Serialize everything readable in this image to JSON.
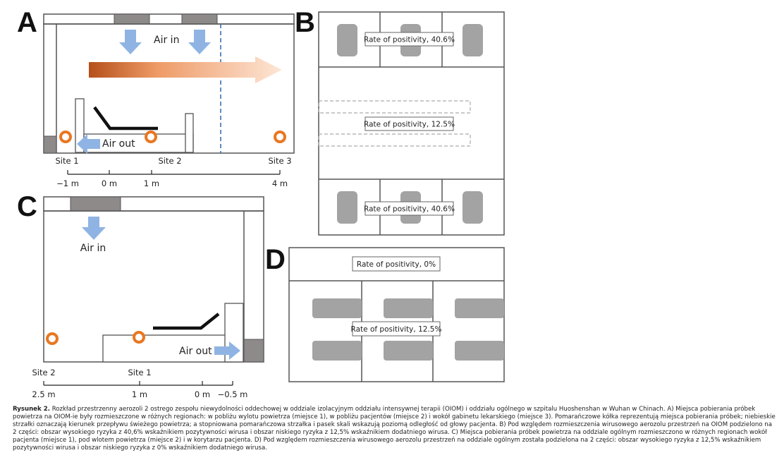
{
  "panels": {
    "A": {
      "letter": "A",
      "air_in": "Air in",
      "air_out": "Air out",
      "sites": [
        "Site 1",
        "Site 2",
        "Site 3"
      ],
      "scale_ticks": [
        "−1 m",
        "0 m",
        "1 m",
        "4 m"
      ]
    },
    "B": {
      "letter": "B",
      "positivity_top": "Rate of positivity, 40.6%",
      "positivity_middle": "Rate of positivity, 12.5%",
      "positivity_bottom": "Rate of positivity, 40.6%"
    },
    "C": {
      "letter": "C",
      "air_in": "Air in",
      "air_out": "Air out",
      "sites": [
        "Site 2",
        "Site 1"
      ],
      "scale_ticks": [
        "2.5 m",
        "1 m",
        "0 m",
        "−0.5 m"
      ]
    },
    "D": {
      "letter": "D",
      "positivity_top": "Rate of positivity, 0%",
      "positivity_middle": "Rate of positivity, 12.5%"
    }
  },
  "caption": {
    "label": "Rysunek 2.",
    "text": "Rozkład przestrzenny aerozoli 2 ostrego zespołu niewydolności oddechowej w oddziale izolacyjnym oddziału intensywnej terapii (OIOM) i oddziału ogólnego w szpitalu Huoshenshan w Wuhan w Chinach. A) Miejsca pobierania próbek powietrza na OIOM-ie były rozmieszczone w różnych regionach: w pobliżu wylotu powietrza (miejsce 1), w pobliżu pacjentów (miejsce 2) i wokół gabinetu lekarskiego (miejsce 3). Pomarańczowe kółka reprezentują miejsca pobierania próbek; niebieskie strzałki oznaczają kierunek przepływu świeżego powietrza; a stopniowana pomarańczowa strzałka i pasek skali wskazują poziomą odległość od głowy pacjenta. B) Pod względem rozmieszczenia wirusowego aerozolu przestrzeń na OIOM podzielono na 2 części: obszar wysokiego ryzyka z 40,6% wskaźnikiem pozytywności wirusa i obszar niskiego ryzyka z 12,5% wskaźnikiem dodatniego wirusa. C) Miejsca pobierania próbek powietrza na oddziale ogólnym rozmieszczono w różnych regionach wokół pacjenta (miejsce 1), pod wlotem powietrza (miejsce 2) i w korytarzu pacjenta. D) Pod względem rozmieszczenia wirusowego aerozolu przestrzeń na oddziale ogólnym została podzielona na 2 części: obszar wysokiego ryzyka z 12,5% wskaźnikiem pozytywności wirusa i obszar niskiego ryzyka z 0% wskaźnikiem dodatniego wirusa."
  },
  "colors": {
    "line": "#555555",
    "gray_block": "#8e8a8a",
    "orange": "#e87722",
    "blue_arrow": "#8fb4e3",
    "blue_dashed": "#3a6fb5"
  }
}
